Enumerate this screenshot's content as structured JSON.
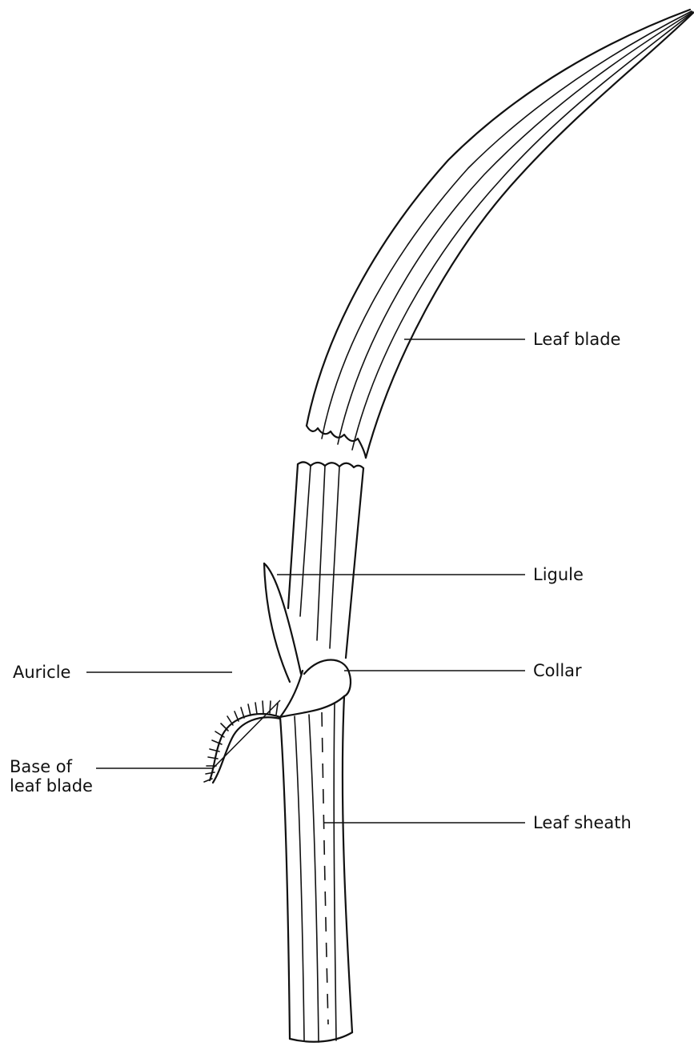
{
  "labels": {
    "leaf_blade": "Leaf blade",
    "ligule": "Ligule",
    "collar": "Collar",
    "auricle": "Auricle",
    "base_of_leaf_blade_line1": "Base of",
    "base_of_leaf_blade_line2": "leaf blade",
    "leaf_sheath": "Leaf sheath"
  },
  "colors": {
    "ink": "#111111",
    "background": "#ffffff"
  }
}
